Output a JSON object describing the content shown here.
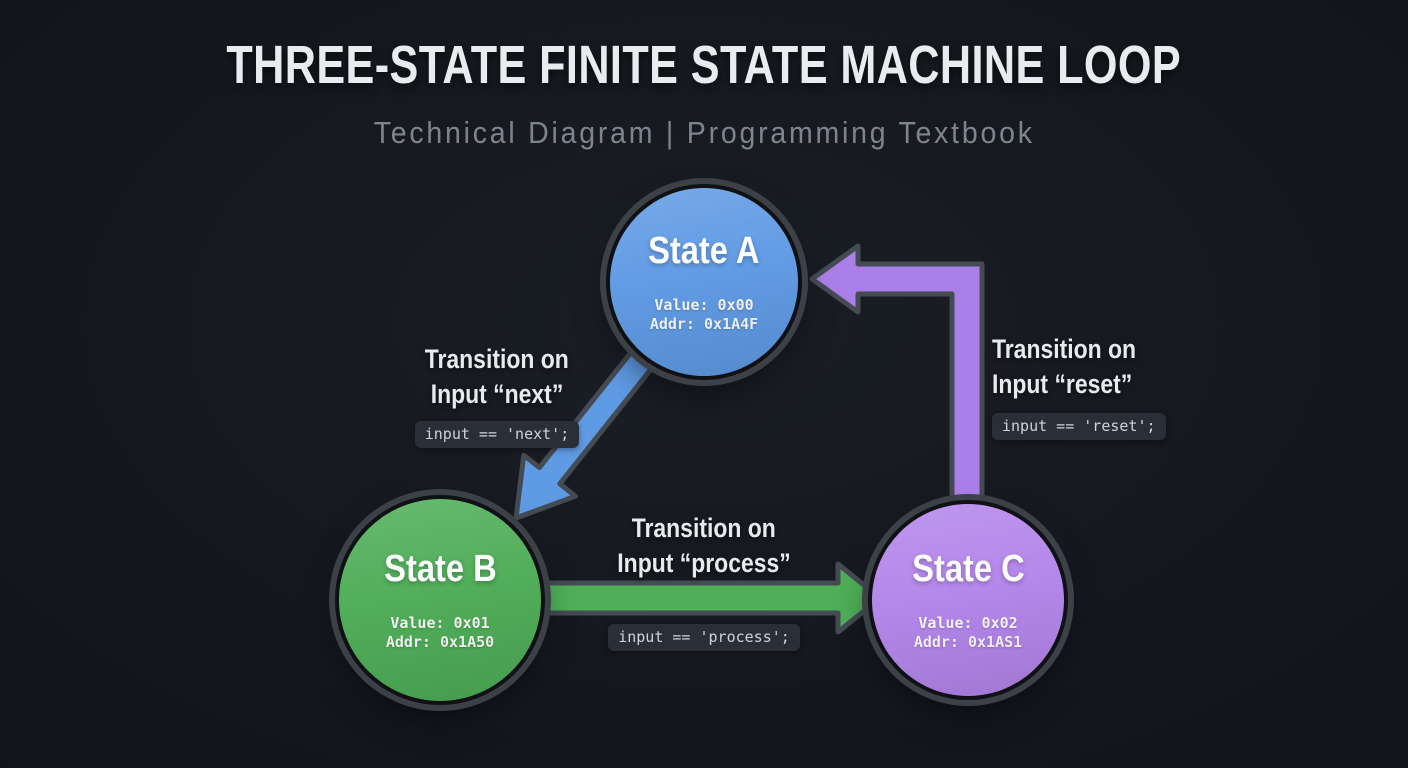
{
  "header": {
    "title": "THREE-STATE FINITE STATE MACHINE LOOP",
    "subtitle": "Technical Diagram | Programming Textbook"
  },
  "states": {
    "a": {
      "name": "State A",
      "value": "Value: 0x00",
      "addr": "Addr: 0x1A4F",
      "fill": "#5f9ae4"
    },
    "b": {
      "name": "State B",
      "value": "Value: 0x01",
      "addr": "Addr: 0x1A50",
      "fill": "#4ead57"
    },
    "c": {
      "name": "State C",
      "value": "Value: 0x02",
      "addr": "Addr: 0x1AS1",
      "fill": "#b385ea"
    }
  },
  "transitions": {
    "a_to_b": {
      "line1": "Transition on",
      "line2": "Input “next”",
      "code": "input == 'next';",
      "arrow_color": "#5f9ae4"
    },
    "b_to_c": {
      "line1": "Transition on",
      "line2": "Input “process”",
      "code": "input == 'process';",
      "arrow_color": "#4fae58"
    },
    "c_to_a": {
      "line1": "Transition on",
      "line2": "Input “reset”",
      "code": "input == 'reset';",
      "arrow_color": "#ab7fe8"
    }
  },
  "colors": {
    "background": "#14171d",
    "circle_ring": "#3c4147",
    "arrow_outline": "#454b53",
    "chip_background": "#2a2f37",
    "chip_text": "#ced3d9",
    "title_text": "#e9ebee",
    "subtitle_text": "#7e848c",
    "label_text": "#e8eaed"
  }
}
